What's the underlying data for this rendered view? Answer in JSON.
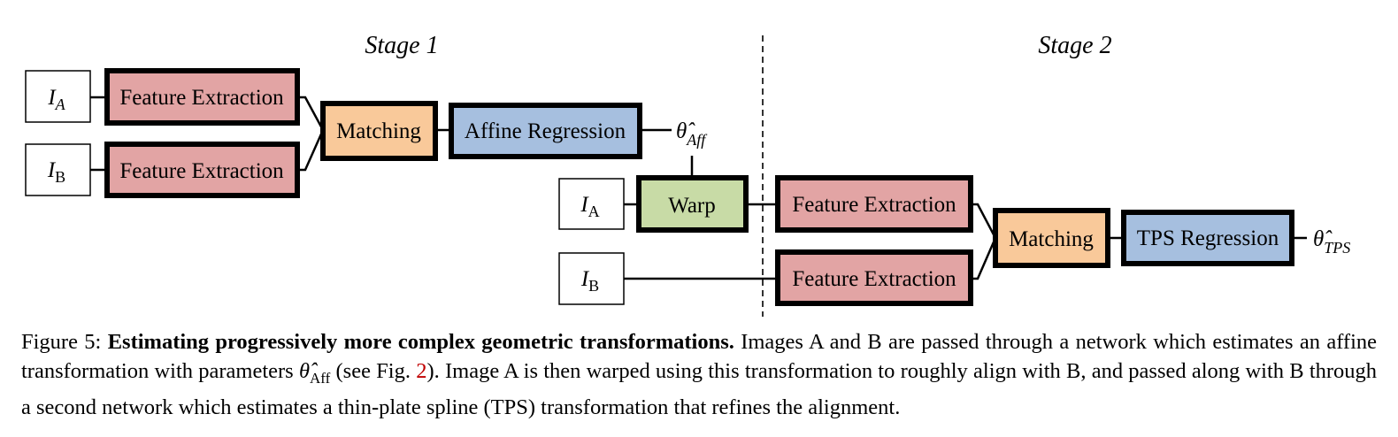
{
  "diagram": {
    "stage1_label": "Stage 1",
    "stage2_label": "Stage 2",
    "nodes": {
      "input_a1": {
        "label": "I",
        "sub": "A"
      },
      "input_b1": {
        "label": "I",
        "sub": "B"
      },
      "fe1": "Feature Extraction",
      "fe2": "Feature Extraction",
      "match1": "Matching",
      "affine": "Affine Regression",
      "theta_aff": {
        "label": "θ̂",
        "sub": "Aff"
      },
      "input_a2": {
        "label": "I",
        "sub": "A"
      },
      "warp": "Warp",
      "fe3": "Feature Extraction",
      "input_b2": {
        "label": "I",
        "sub": "B"
      },
      "fe4": "Feature Extraction",
      "match2": "Matching",
      "tps": "TPS Regression",
      "theta_tps": {
        "label": "θ̂",
        "sub": "TPS"
      }
    },
    "colors": {
      "feature_extraction": "#e2a4a4",
      "matching": "#f9c99a",
      "regression": "#a6bfdf",
      "warp": "#c8dba6",
      "input": "#ffffff"
    }
  },
  "caption": {
    "figure_label": "Figure 5:",
    "title": "Estimating progressively more complex geometric transformations.",
    "text_1": "Images A and B are passed through a network which estimates an affine transformation with parameters",
    "theta": "θ̂",
    "theta_sub": "Aff",
    "text_2": "(see Fig.",
    "fig_ref": "2",
    "text_3": "). Image A is then warped using this transformation to roughly align with B, and passed along with B through a second network which estimates a thin-plate spline (TPS) transformation that refines the alignment."
  }
}
